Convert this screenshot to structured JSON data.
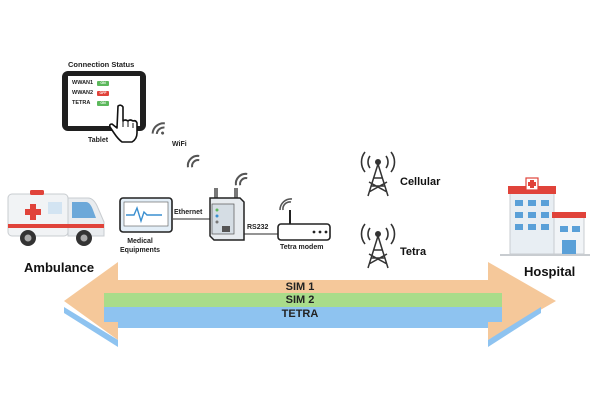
{
  "tablet": {
    "title": "Connection Status",
    "label": "Tablet",
    "rows": [
      {
        "name": "WWAN1",
        "status": "ON",
        "color": "#5cb85c"
      },
      {
        "name": "WWAN2",
        "status": "OFF",
        "color": "#e0433a"
      },
      {
        "name": "TETRA",
        "status": "ON",
        "color": "#5cb85c"
      }
    ]
  },
  "labels": {
    "wifi": "WiFi",
    "ethernet": "Ethernet",
    "rs232": "RS232",
    "medical": "Medical\nEquipments",
    "tetra_modem": "Tetra modem",
    "cellular": "Cellular",
    "tetra": "Tetra",
    "ambulance": "Ambulance",
    "hospital": "Hospital"
  },
  "bands": [
    {
      "label": "SIM 1",
      "color": "#f5c89a"
    },
    {
      "label": "SIM 2",
      "color": "#a9dc8a"
    },
    {
      "label": "TETRA",
      "color": "#8ec3f0"
    }
  ]
}
